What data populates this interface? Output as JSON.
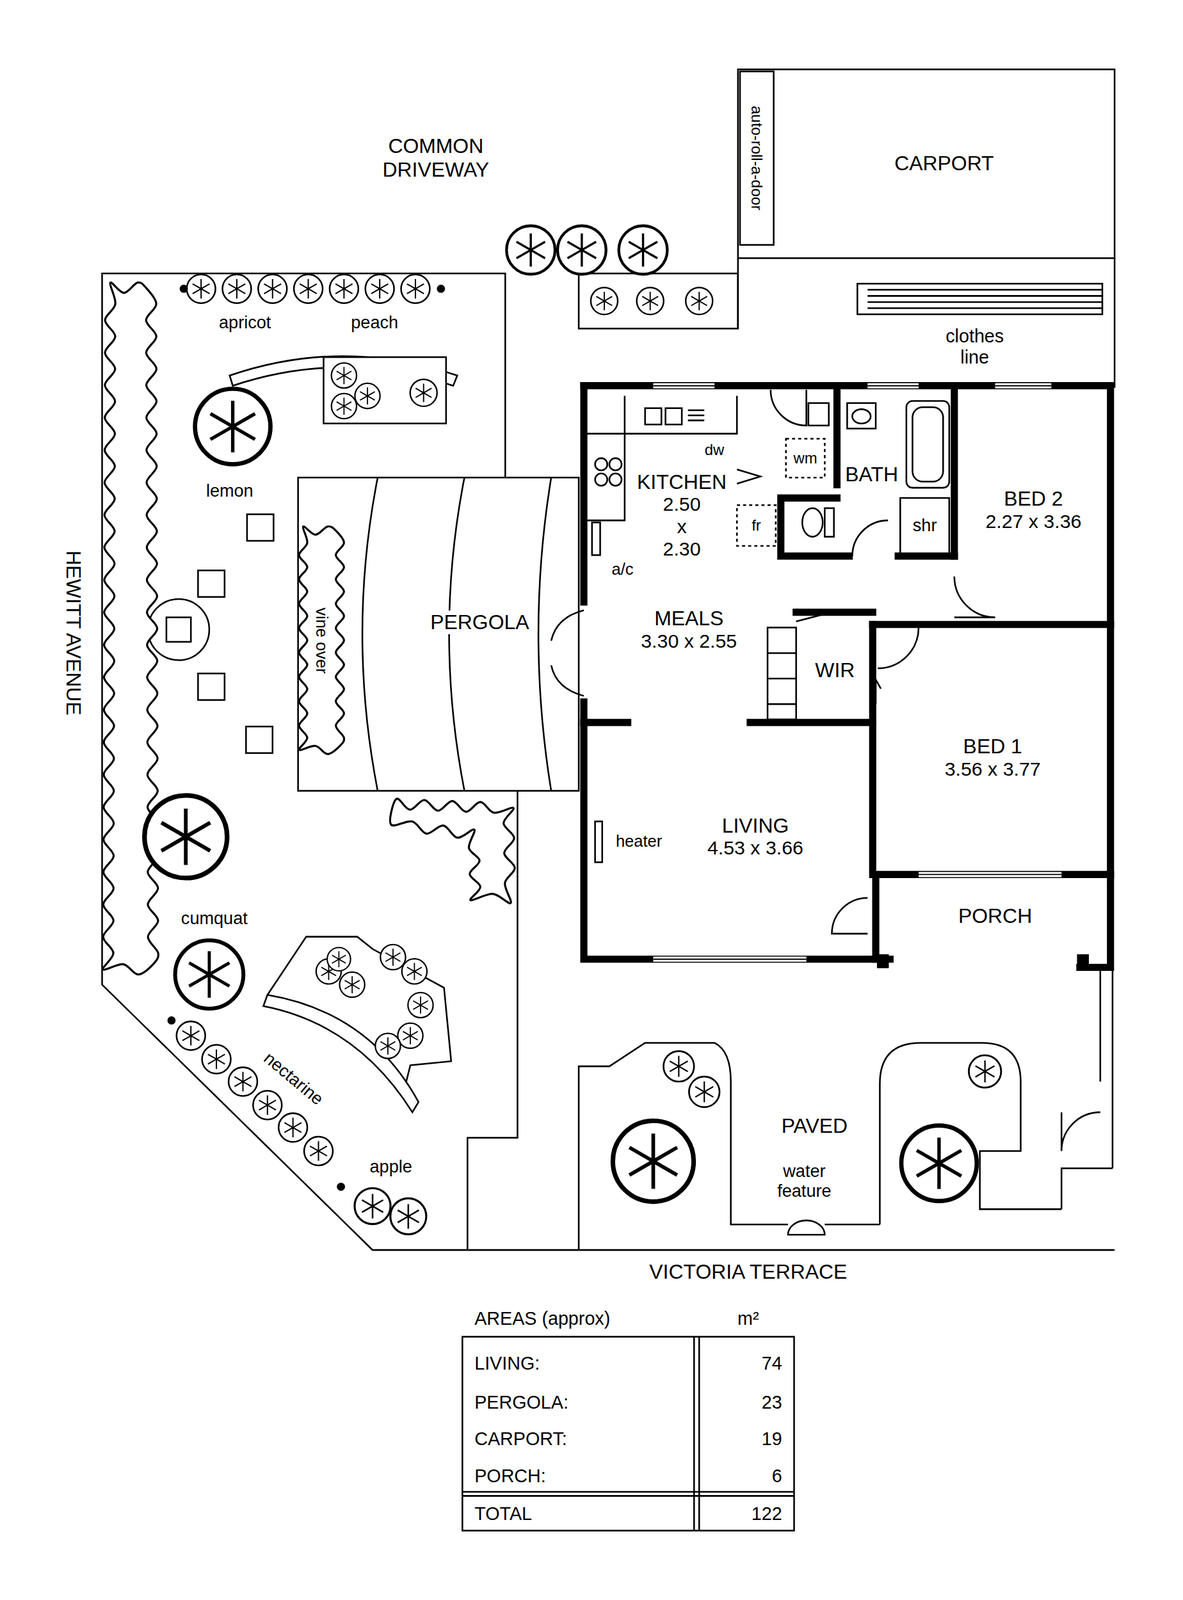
{
  "diagram": {
    "nodes": [
      {
        "text": [
          "CARPORT"
        ]
      },
      {
        "text": [
          "KITCHEN",
          "2.50 x 2.30"
        ]
      },
      {
        "text": [
          "BATH"
        ]
      },
      {
        "text": [
          "BED 2",
          "2.27 x 3.36"
        ]
      },
      {
        "text": [
          "PERGOLA"
        ]
      },
      {
        "text": [
          "MEALS",
          "3.30 x 2.55"
        ]
      },
      {
        "text": [
          "WIR"
        ]
      },
      {
        "text": [
          "BED 1",
          "3.56 x 3.77"
        ]
      },
      {
        "text": [
          "LIVING",
          "4.53 x 3.66"
        ]
      },
      {
        "text": [
          "PORCH"
        ]
      }
    ],
    "labels": [
      "COMMON DRIVEWAY",
      "auto-roll-a-door",
      "clothes line",
      "apricot",
      "peach",
      "lemon",
      "HEWITT AVENUE",
      "vine over",
      "dw",
      "wm",
      "fr",
      "shr",
      "a/c",
      "heater",
      "cumquat",
      "nectarine",
      "apple",
      "PAVED",
      "water feature",
      "VICTORIA TERRACE",
      "AREAS (approx)",
      "m²",
      "LIVING:",
      "74",
      "PERGOLA:",
      "23",
      "CARPORT:",
      "19",
      "PORCH:",
      "6",
      "TOTAL",
      "122"
    ]
  }
}
